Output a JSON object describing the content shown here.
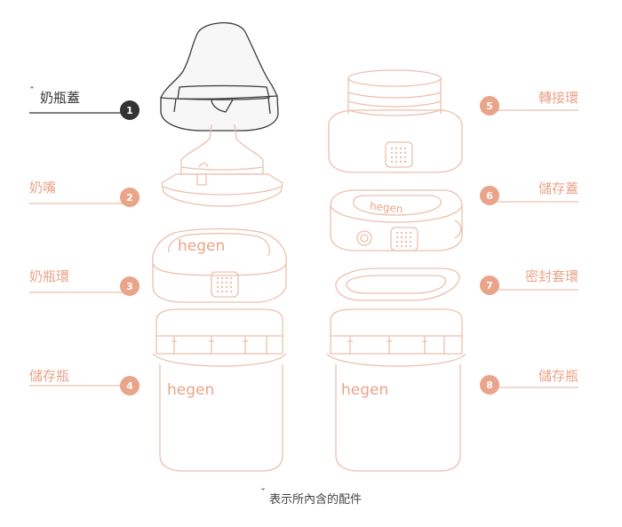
{
  "parts": [
    {
      "num": "1",
      "label": "奶瓶蓋",
      "included": true
    },
    {
      "num": "2",
      "label": "奶嘴",
      "included": false
    },
    {
      "num": "3",
      "label": "奶瓶環",
      "included": false
    },
    {
      "num": "4",
      "label": "儲存瓶",
      "included": false
    },
    {
      "num": "5",
      "label": "轉接環",
      "included": false
    },
    {
      "num": "6",
      "label": "儲存蓋",
      "included": false
    },
    {
      "num": "7",
      "label": "密封套環",
      "included": false
    },
    {
      "num": "8",
      "label": "儲存瓶",
      "included": false
    }
  ],
  "included_mark": "ˇ",
  "footer_text": "表示所內含的配件",
  "brand": "hegen",
  "colors": {
    "accent": "#e9a489",
    "included": "#333333",
    "outline": "#ecc0ae"
  }
}
